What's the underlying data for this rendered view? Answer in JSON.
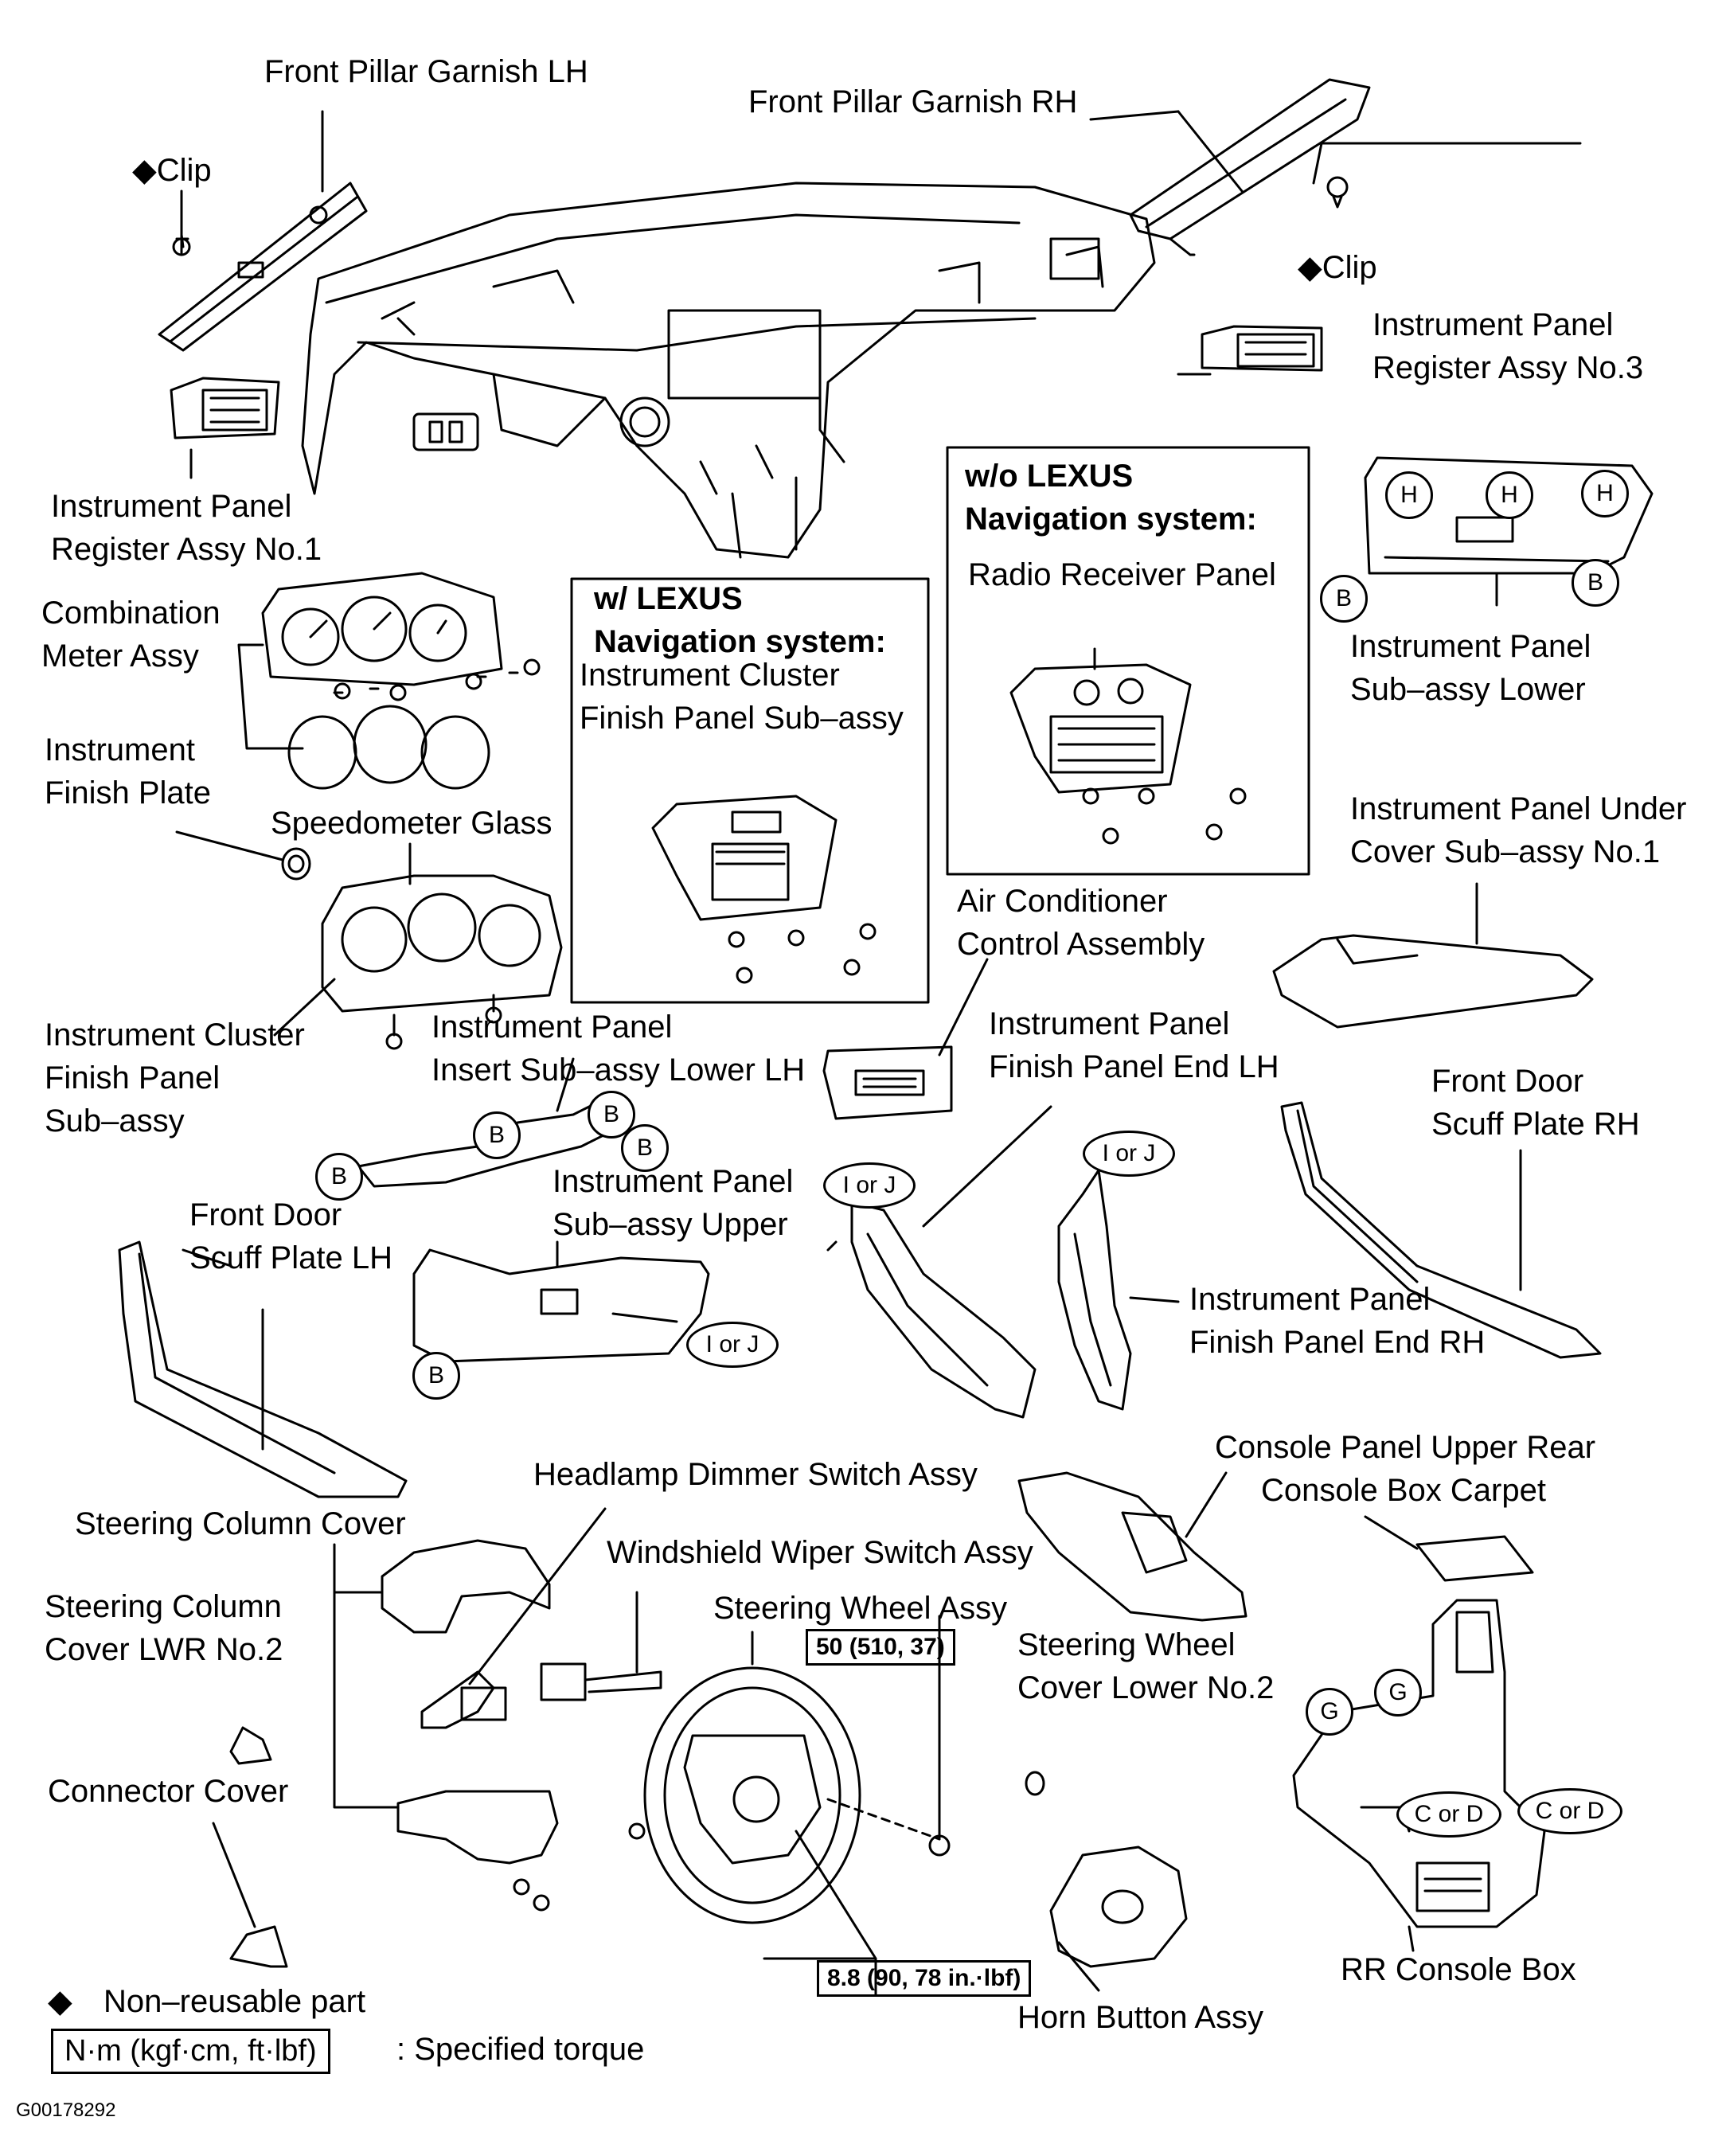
{
  "labels": {
    "front_pillar_lh": "Front Pillar Garnish LH",
    "front_pillar_rh": "Front Pillar Garnish RH",
    "clip_left": "◆Clip",
    "clip_right": "◆Clip",
    "register_no3_l1": "Instrument Panel",
    "register_no3_l2": "Register Assy No.3",
    "register_no1_l1": "Instrument Panel",
    "register_no1_l2": "Register Assy No.1",
    "combination_meter_l1": "Combination",
    "combination_meter_l2": "Meter Assy",
    "finish_plate_l1": "Instrument",
    "finish_plate_l2": "Finish Plate",
    "speedometer_glass": "Speedometer Glass",
    "cluster_finish_panel_l1": "Instrument Cluster",
    "cluster_finish_panel_l2": "Finish Panel",
    "cluster_finish_panel_l3": "Sub–assy",
    "insert_lower_lh_l1": "Instrument Panel",
    "insert_lower_lh_l2": "Insert Sub–assy Lower LH",
    "sub_assy_upper_l1": "Instrument Panel",
    "sub_assy_upper_l2": "Sub–assy Upper",
    "front_door_scuff_lh_l1": "Front Door",
    "front_door_scuff_lh_l2": "Scuff Plate LH",
    "air_conditioner_l1": "Air Conditioner",
    "air_conditioner_l2": "Control Assembly",
    "finish_end_lh_l1": "Instrument Panel",
    "finish_end_lh_l2": "Finish Panel End LH",
    "finish_end_rh_l1": "Instrument Panel",
    "finish_end_rh_l2": "Finish Panel End RH",
    "front_door_scuff_rh_l1": "Front Door",
    "front_door_scuff_rh_l2": "Scuff Plate RH",
    "sub_assy_lower_l1": "Instrument Panel",
    "sub_assy_lower_l2": "Sub–assy Lower",
    "under_cover_l1": "Instrument Panel Under",
    "under_cover_l2": "Cover Sub–assy No.1",
    "headlamp_dimmer": "Headlamp Dimmer Switch Assy",
    "wiper_switch": "Windshield Wiper Switch Assy",
    "steering_column_cover": "Steering Column Cover",
    "steering_column_lwr_l1": "Steering Column",
    "steering_column_lwr_l2": "Cover LWR No.2",
    "connector_cover": "Connector Cover",
    "steering_wheel_assy": "Steering Wheel Assy",
    "steering_wheel_cover_l1": "Steering Wheel",
    "steering_wheel_cover_l2": "Cover Lower No.2",
    "console_upper_rear": "Console Panel Upper Rear",
    "console_box_carpet": "Console Box Carpet",
    "rr_console_box": "RR Console Box",
    "horn_button": "Horn Button Assy"
  },
  "insets": {
    "with_nav_title_l1": "w/ LEXUS",
    "with_nav_title_l2": "Navigation system:",
    "with_nav_part_l1": "Instrument Cluster",
    "with_nav_part_l2": "Finish Panel Sub–assy",
    "without_nav_title_l1": "w/o LEXUS",
    "without_nav_title_l2": "Navigation system:",
    "without_nav_part": "Radio Receiver Panel"
  },
  "torque": {
    "wheel_nut": "50 (510, 37)",
    "column": "8.8 (90, 78 in.·lbf)"
  },
  "callouts": {
    "B": "B",
    "H": "H",
    "G": "G",
    "I_or_J": "I or J",
    "C_or_D": "C or D"
  },
  "legend": {
    "non_reusable_symbol": "◆",
    "non_reusable": "Non–reusable part",
    "torque_unit": "N·m (kgf·cm, ft·lbf)",
    "specified_torque": ": Specified torque"
  },
  "figure_id": "G00178292"
}
